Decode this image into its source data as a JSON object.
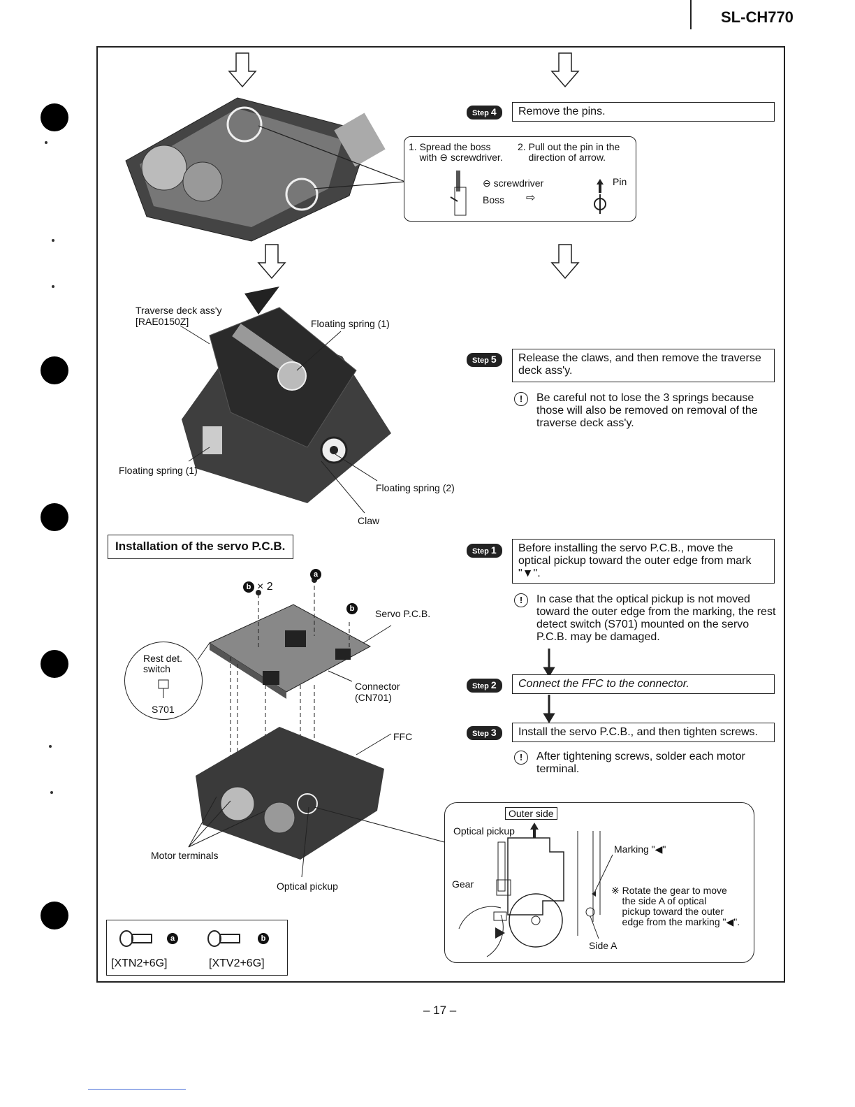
{
  "header": {
    "model": "SL-CH770"
  },
  "steps": {
    "step4": {
      "badge_word": "Step",
      "badge_num": "4",
      "text": "Remove the pins."
    },
    "step5": {
      "badge_word": "Step",
      "badge_num": "5",
      "text": "Release the claws, and then remove the traverse deck ass'y.",
      "caution": "Be careful not to lose the 3 springs because those will also be removed on removal of the traverse deck ass'y."
    },
    "step1": {
      "badge_word": "Step",
      "badge_num": "1",
      "text": "Before installing the servo P.C.B., move the optical pickup toward the outer edge from mark \"▼\".",
      "caution": "In case that the optical pickup is not moved toward the outer edge from the marking, the rest detect switch (S701) mounted on the servo P.C.B. may be damaged."
    },
    "step2": {
      "badge_word": "Step",
      "badge_num": "2",
      "text": "Connect the FFC to the connector."
    },
    "step3": {
      "badge_word": "Step",
      "badge_num": "3",
      "text": "Install the servo P.C.B., and then tighten screws.",
      "caution": "After tightening screws, solder each motor terminal."
    }
  },
  "pin_detail": {
    "instr1": "1. Spread the boss\n    with ⊖ screwdriver.",
    "instr2": "2. Pull out the pin in the\n    direction of arrow.",
    "screwdriver": "⊖ screwdriver",
    "boss": "Boss",
    "pin": "Pin"
  },
  "diagram_top": {
    "traverse": "Traverse deck ass'y\n[RAE0150Z]",
    "floating1_top": "Floating spring (1)",
    "floating1_left": "Floating spring (1)",
    "floating2": "Floating spring (2)",
    "claw": "Claw"
  },
  "section": {
    "title": "Installation of the servo P.C.B."
  },
  "diagram_bottom": {
    "screw_b_x2": "× 2",
    "servo_pcb": "Servo P.C.B.",
    "rest_det": "Rest det.\nswitch",
    "s701": "S701",
    "connector": "Connector\n(CN701)",
    "ffc": "FFC",
    "motor_terminals": "Motor terminals",
    "optical_pickup": "Optical pickup"
  },
  "screws": {
    "a_letter": "a",
    "b_letter": "b",
    "a_part": "[XTN2+6G]",
    "b_part": "[XTV2+6G]"
  },
  "outer_detail": {
    "outer_side": "Outer side",
    "optical_pickup": "Optical pickup",
    "gear": "Gear",
    "marking": "Marking \"◀\"",
    "note": "※ Rotate the gear to move\n    the side A of optical\n    pickup toward the outer\n    edge from the marking \"◀\".",
    "side_a": "Side A"
  },
  "footer": {
    "page": "– 17 –"
  }
}
